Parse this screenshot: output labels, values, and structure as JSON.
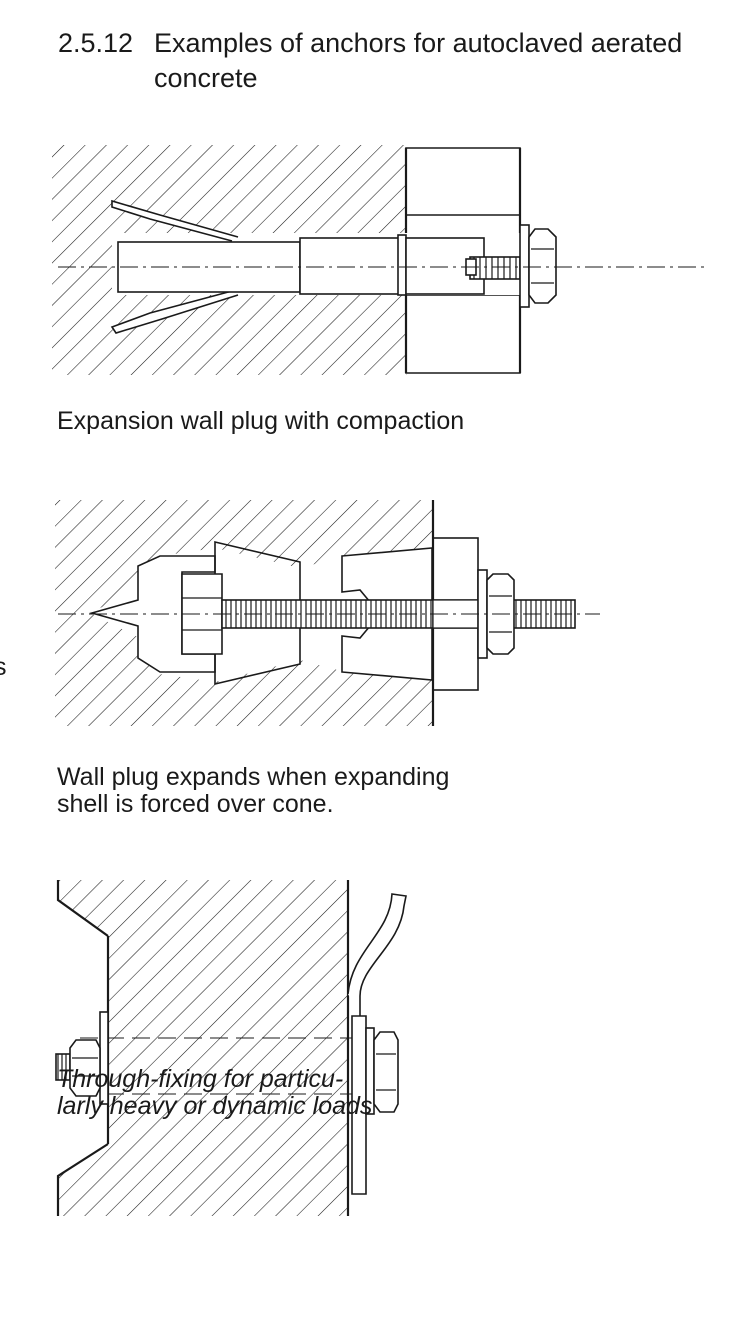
{
  "heading": {
    "number": "2.5.12",
    "title_line1": "Examples of anchors for autoclaved aerated",
    "title_line2": "concrete"
  },
  "figures": [
    {
      "caption": "Expansion wall plug with compaction"
    },
    {
      "caption_line1": "Wall plug expands when expanding",
      "caption_line2": "shell is forced over cone."
    },
    {
      "caption_line1": "Through-fixing for particu-",
      "caption_line2": "larly heavy or dynamic loads"
    }
  ],
  "margin_fragment": "s"
}
